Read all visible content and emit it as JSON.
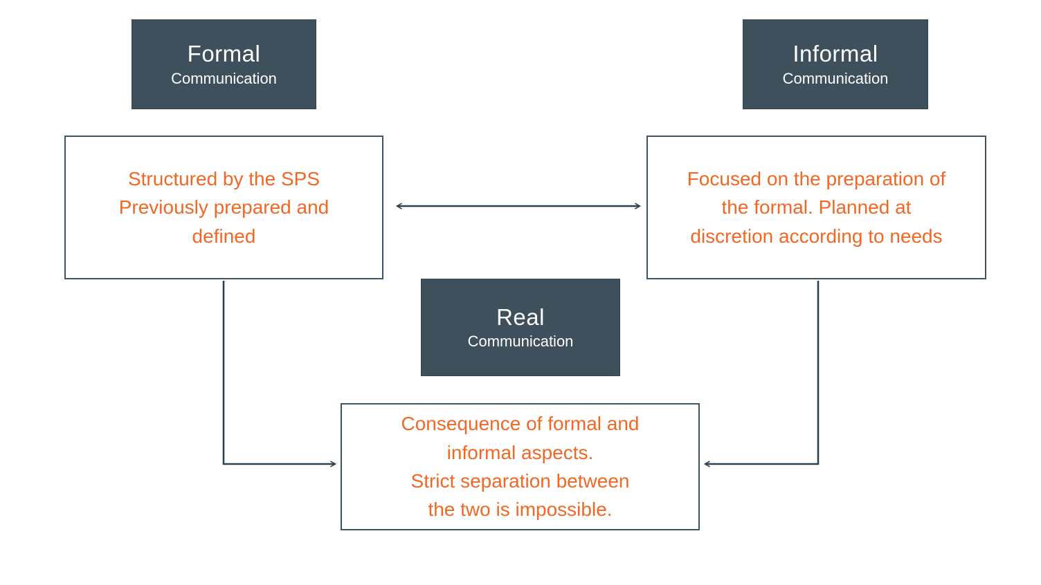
{
  "colors": {
    "background": "#ffffff",
    "node_fill": "#3d505c",
    "node_border": "#32434e",
    "node_text": "#ffffff",
    "accent_text": "#f26724",
    "arrow": "#2e4150",
    "box_border": "#3f5360"
  },
  "nodes": {
    "formal": {
      "title": "Formal",
      "subtitle": "Communication"
    },
    "informal": {
      "title": "Informal",
      "subtitle": "Communication"
    },
    "real": {
      "title": "Real",
      "subtitle": "Communication"
    }
  },
  "details": {
    "formal": "Structured by the SPS\nPreviously prepared and\ndefined",
    "informal": "Focused on the preparation of\nthe formal. Planned at\ndiscretion according to needs",
    "real": "Consequence of formal and\ninformal aspects.\nStrict separation between\nthe two is impossible."
  }
}
